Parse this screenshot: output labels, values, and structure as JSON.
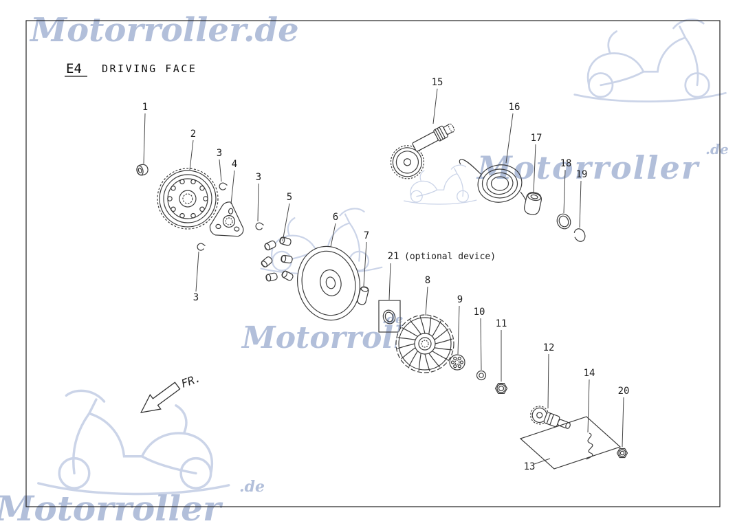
{
  "colors": {
    "watermark": "#b2bfda",
    "sketch": "#c6d0e6",
    "line": "#333333"
  },
  "header": {
    "code": "E4",
    "title": "DRIVING FACE"
  },
  "watermarks": {
    "full": "Motorroller.de",
    "name": "Motorroller",
    "tld": ".de"
  },
  "annotations": {
    "front": "FR.",
    "optional": "(optional device)"
  },
  "callouts": {
    "1": "1",
    "2": "2",
    "3": "3",
    "3b": "3",
    "3c": "3",
    "4": "4",
    "5": "5",
    "6": "6",
    "7": "7",
    "8": "8",
    "9": "9",
    "10": "10",
    "11": "11",
    "12": "12",
    "13": "13",
    "14": "14",
    "15": "15",
    "16": "16",
    "17": "17",
    "18": "18",
    "19": "19",
    "20": "20",
    "21": "21"
  }
}
